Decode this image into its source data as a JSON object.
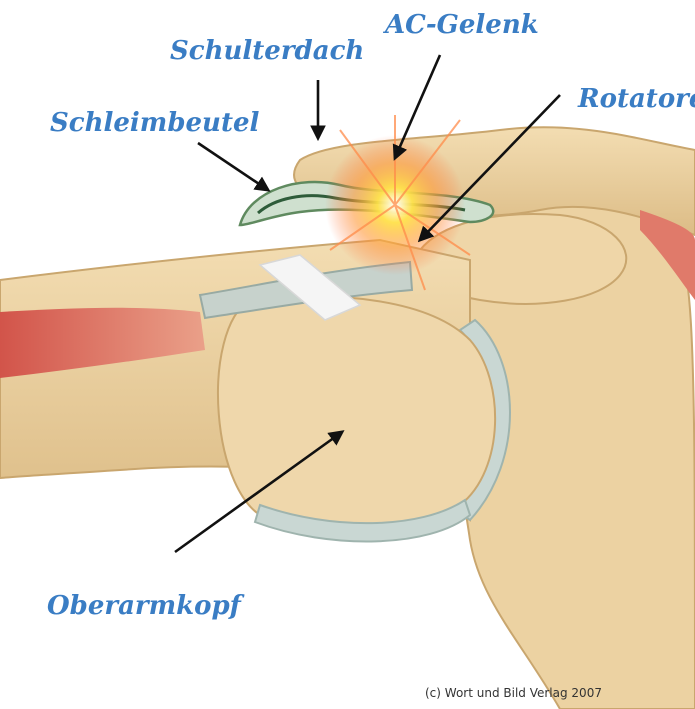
{
  "labels": {
    "schulterdach": "Schulterdach",
    "ac_gelenk": "AC-Gelenk",
    "schleimbeutel": "Schleimbeutel",
    "rotatore": "Rotatore",
    "oberarmkopf": "Oberarmkopf"
  },
  "credit": "(c) Wort und Bild Verlag 2007",
  "colors": {
    "label_text": "#3a7dc4",
    "bone": "#ecd2a2",
    "muscle": "#e07a6a",
    "cartilage": "#c9d7d3",
    "arrow": "#111111"
  }
}
